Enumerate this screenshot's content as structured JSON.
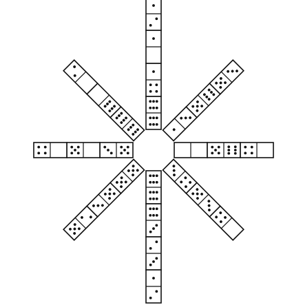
{
  "figure": {
    "description_visible_text": "",
    "ink_color": "#111111",
    "paper_color": "#ffffff",
    "arms": [
      {
        "direction": "north",
        "dominoes": [
          {
            "pips": [
              6,
              6
            ]
          },
          {
            "pips": [
              4,
              1
            ]
          },
          {
            "pips": [
              0,
              1
            ]
          },
          {
            "pips": [
              2,
              1
            ]
          }
        ]
      },
      {
        "direction": "northeast",
        "dominoes": [
          {
            "pips": [
              1,
              3
            ]
          },
          {
            "pips": [
              5,
              6
            ]
          },
          {
            "pips": [
              5,
              3
            ]
          }
        ]
      },
      {
        "direction": "east",
        "dominoes": [
          {
            "pips": [
              0,
              0
            ]
          },
          {
            "pips": [
              5,
              6
            ]
          },
          {
            "pips": [
              4,
              0
            ]
          }
        ]
      },
      {
        "direction": "southeast",
        "dominoes": [
          {
            "pips": [
              3,
              4
            ]
          },
          {
            "pips": [
              5,
              3
            ]
          },
          {
            "pips": [
              4,
              0
            ]
          }
        ]
      },
      {
        "direction": "south",
        "dominoes": [
          {
            "pips": [
              6,
              6
            ]
          },
          {
            "pips": [
              6,
              3
            ]
          },
          {
            "pips": [
              2,
              3
            ]
          },
          {
            "pips": [
              1,
              2
            ]
          }
        ]
      },
      {
        "direction": "southwest",
        "dominoes": [
          {
            "pips": [
              5,
              5
            ]
          },
          {
            "pips": [
              5,
              3
            ]
          },
          {
            "pips": [
              2,
              5
            ]
          }
        ]
      },
      {
        "direction": "west",
        "dominoes": [
          {
            "pips": [
              5,
              3
            ]
          },
          {
            "pips": [
              0,
              5
            ]
          },
          {
            "pips": [
              0,
              4
            ]
          }
        ]
      },
      {
        "direction": "northwest",
        "dominoes": [
          {
            "pips": [
              6,
              6
            ]
          },
          {
            "pips": [
              6,
              0
            ]
          },
          {
            "pips": [
              0,
              2
            ]
          }
        ]
      }
    ]
  }
}
